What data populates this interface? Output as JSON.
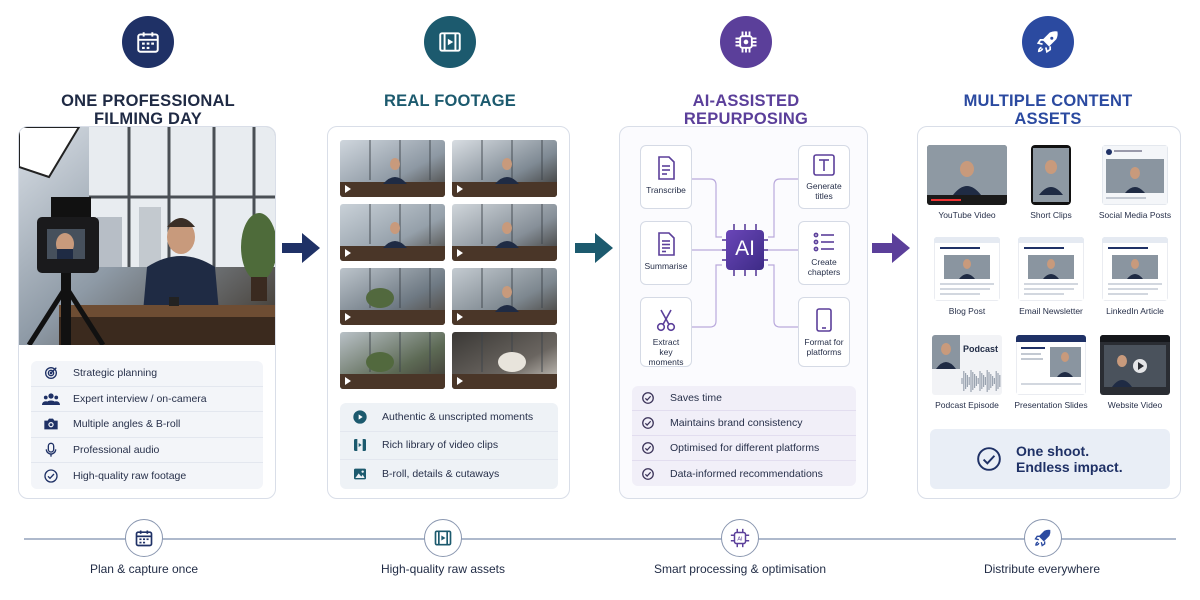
{
  "colors": {
    "navy": "#1f3166",
    "teal": "#1c5a6e",
    "purple": "#5b3f9a",
    "blue": "#2b4aa0"
  },
  "steps": [
    {
      "title_line1": "ONE PROFESSIONAL",
      "title_line2": "FILMING DAY",
      "icon": "calendar-icon",
      "color": "#1f3166"
    },
    {
      "title_line1": "REAL FOOTAGE",
      "title_line2": "",
      "icon": "film-icon",
      "color": "#1c5a6e"
    },
    {
      "title_line1": "AI-ASSISTED",
      "title_line2": "REPURPOSING",
      "icon": "brain-chip-icon",
      "color": "#5b3f9a"
    },
    {
      "title_line1": "MULTIPLE CONTENT",
      "title_line2": "ASSETS",
      "icon": "rocket-icon",
      "color": "#2b4aa0"
    }
  ],
  "filming_features": [
    {
      "label": "Strategic planning",
      "icon": "target-icon"
    },
    {
      "label": "Expert interview / on-camera",
      "icon": "people-icon"
    },
    {
      "label": "Multiple angles & B-roll",
      "icon": "camera-icon"
    },
    {
      "label": "Professional audio",
      "icon": "microphone-icon"
    },
    {
      "label": "High-quality raw footage",
      "icon": "check-circle-icon"
    }
  ],
  "footage_features": [
    {
      "label": "Authentic & unscripted moments",
      "icon": "play-circle-icon"
    },
    {
      "label": "Rich library of video clips",
      "icon": "film-icon"
    },
    {
      "label": "B-roll, details & cutaways",
      "icon": "image-icon"
    }
  ],
  "ai": {
    "center_label": "AI",
    "left_tools": [
      {
        "label": "Transcribe",
        "icon": "document-icon"
      },
      {
        "label": "Summarise",
        "icon": "document-lines-icon"
      },
      {
        "label": "Extract\nkey moments",
        "icon": "scissors-icon"
      }
    ],
    "right_tools": [
      {
        "label": "Generate\ntitles",
        "icon": "text-t-icon"
      },
      {
        "label": "Create\nchapters",
        "icon": "list-icon"
      },
      {
        "label": "Format for\nplatforms",
        "icon": "phone-icon"
      }
    ],
    "benefits": [
      "Saves time",
      "Maintains brand consistency",
      "Optimised for different platforms",
      "Data-informed recommendations"
    ]
  },
  "assets": [
    {
      "label": "YouTube Video"
    },
    {
      "label": "Short Clips"
    },
    {
      "label": "Social Media Posts"
    },
    {
      "label": "Blog Post"
    },
    {
      "label": "Email Newsletter"
    },
    {
      "label": "LinkedIn Article"
    },
    {
      "label": "Podcast Episode",
      "overlay": "Podcast"
    },
    {
      "label": "Presentation Slides"
    },
    {
      "label": "Website Video"
    }
  ],
  "impact": {
    "line1": "One shoot.",
    "line2": "Endless impact."
  },
  "timeline": [
    {
      "label": "Plan & capture once",
      "icon": "calendar-icon"
    },
    {
      "label": "High-quality raw assets",
      "icon": "film-icon"
    },
    {
      "label": "Smart processing & optimisation",
      "icon": "chip-icon"
    },
    {
      "label": "Distribute everywhere",
      "icon": "rocket-icon"
    }
  ]
}
